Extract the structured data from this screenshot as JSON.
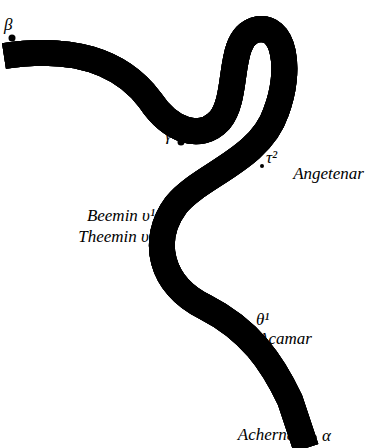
{
  "diagram": {
    "labels": [
      "β",
      "γ",
      "τ²",
      "Angetenar",
      "Beemin υ¹",
      "Theemin υ²",
      "θ¹",
      "Acamar",
      "Achernar",
      "α"
    ]
  }
}
